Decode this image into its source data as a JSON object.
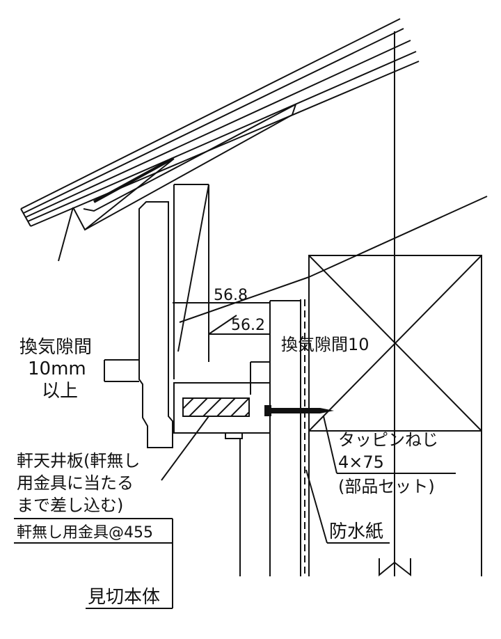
{
  "dimensions": {
    "outer": "56.8",
    "inner": "56.2"
  },
  "labels": {
    "vent_gap_left_line1": "換気隙間",
    "vent_gap_left_line2": "10mm",
    "vent_gap_left_line3": "以上",
    "vent_gap_right": "換気隙間10",
    "screw_line1": "タッピンねじ",
    "screw_line2": "4×75",
    "screw_line3": "(部品セット)",
    "soffit_line1": "軒天井板(軒無し",
    "soffit_line2": "用金具に当たる",
    "soffit_line3": "まで差し込む)",
    "bracket": "軒無し用金具@455",
    "waterproof_paper": "防水紙",
    "trim_body": "見切本体"
  }
}
